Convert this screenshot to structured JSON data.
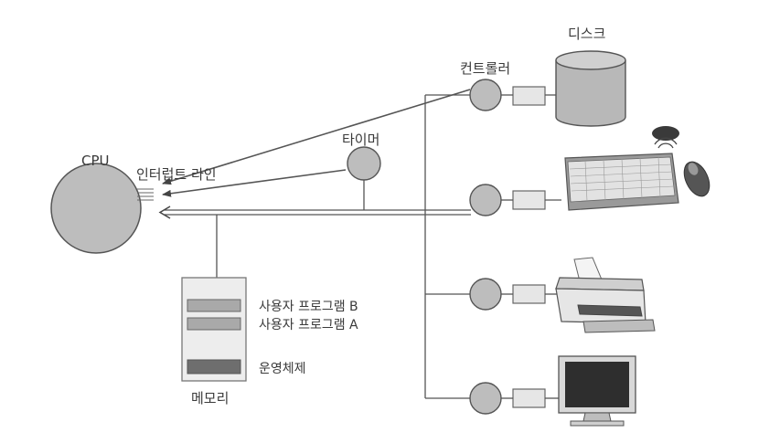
{
  "labels": {
    "cpu": "CPU",
    "interrupt_line": "인터럽트 라인",
    "timer": "타이머",
    "controller": "컨트롤러",
    "disk": "디스크",
    "memory": "메모리",
    "user_program_b": "사용자 프로그램 B",
    "user_program_a": "사용자 프로그램 A",
    "operating_system": "운영체제"
  },
  "colors": {
    "circle_fill": "#bdbdbd",
    "stroke": "#555555",
    "memory_block": "#a9a9a9",
    "os_block": "#6e6e6e",
    "disk_fill": "#b8b8b8",
    "screen": "#2e2e2e"
  },
  "devices": [
    {
      "name": "disk",
      "icon": "disk-icon"
    },
    {
      "name": "keyboard-mouse",
      "icon": "keyboard-icon"
    },
    {
      "name": "printer",
      "icon": "printer-icon"
    },
    {
      "name": "monitor",
      "icon": "monitor-icon"
    }
  ]
}
